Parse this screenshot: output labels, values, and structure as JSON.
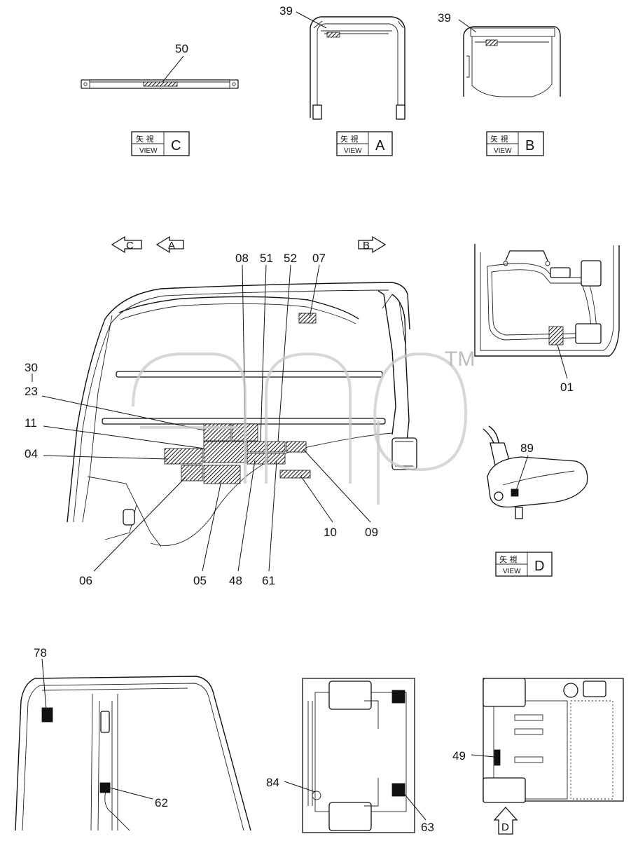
{
  "view_boxes": [
    {
      "id": "C",
      "jp": "矢 視",
      "view": "VIEW"
    },
    {
      "id": "A",
      "jp": "矢 視",
      "view": "VIEW"
    },
    {
      "id": "B",
      "jp": "矢 視",
      "view": "VIEW"
    },
    {
      "id": "D",
      "jp": "矢 視",
      "view": "VIEW"
    }
  ],
  "view_arrows": [
    "C",
    "A",
    "B",
    "D"
  ],
  "callouts": {
    "c50": "50",
    "c39a": "39",
    "c39b": "39",
    "c08": "08",
    "c51": "51",
    "c52": "52",
    "c07": "07",
    "c30": "30",
    "c23": "23",
    "c11": "11",
    "c04": "04",
    "c06": "06",
    "c05": "05",
    "c48": "48",
    "c61": "61",
    "c10": "10",
    "c09": "09",
    "c01": "01",
    "c89": "89",
    "c78": "78",
    "c62": "62",
    "c84": "84",
    "c63": "63",
    "c49": "49"
  },
  "watermark": {
    "trademark": "TM"
  }
}
